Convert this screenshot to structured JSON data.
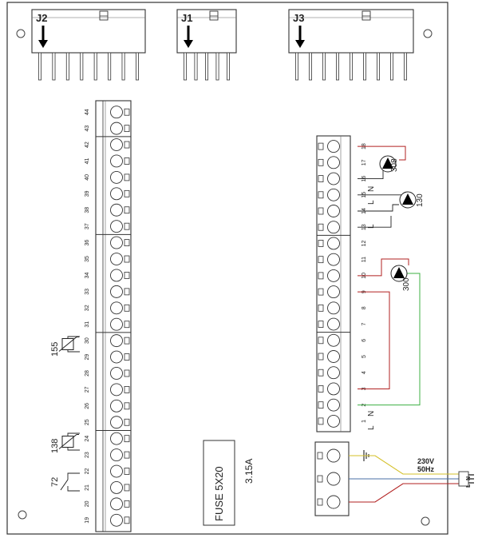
{
  "connectors": [
    {
      "label": "J2",
      "pins": 8
    },
    {
      "label": "J1",
      "pins": 5
    },
    {
      "label": "J3",
      "pins": 9
    }
  ],
  "left_terminals": [
    "44",
    "43",
    "42",
    "41",
    "40",
    "39",
    "38",
    "37",
    "36",
    "35",
    "34",
    "33",
    "32",
    "31",
    "30",
    "29",
    "28",
    "27",
    "26",
    "25",
    "24",
    "23",
    "22",
    "21",
    "20",
    "19"
  ],
  "right_terminals": [
    "18",
    "17",
    "16",
    "15",
    "14",
    "13",
    "12",
    "11",
    "10",
    "9",
    "8",
    "7",
    "6",
    "5",
    "4",
    "3",
    "2",
    "1"
  ],
  "components": {
    "sensor_155": "155",
    "sensor_138": "138",
    "switch_72": "72",
    "pump_308": "308",
    "pump_130": "130",
    "pump_300": "300"
  },
  "phase_labels": {
    "l": "L",
    "n": "N"
  },
  "fuse": {
    "label": "FUSE 5X20",
    "rating": "3.15A"
  },
  "power": {
    "voltage": "230V",
    "frequency": "50Hz",
    "l": "L",
    "n": "N"
  },
  "colors": {
    "line": "#222222",
    "live": "#b22222",
    "neutral": "#4a6fa5",
    "earth": "#3cb043",
    "earth_yellow": "#d4c02a"
  }
}
